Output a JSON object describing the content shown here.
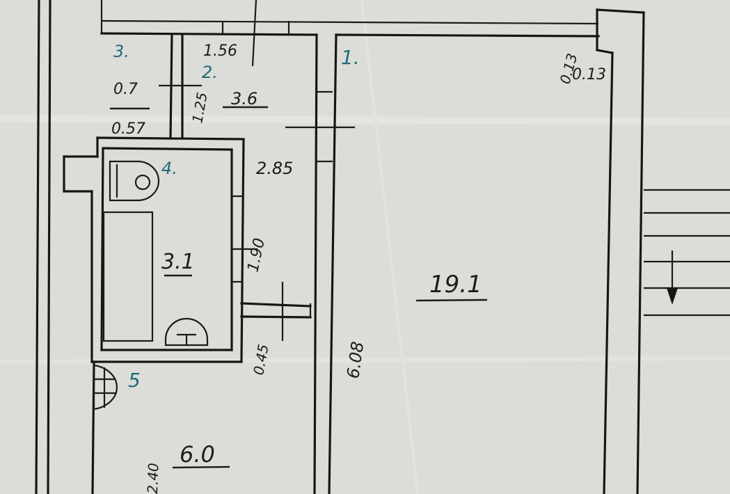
{
  "colors": {
    "paper": "#dcdcd8",
    "ink": "#161616",
    "room_number_ink": "#1f6b78"
  },
  "rooms": [
    {
      "number": "1.",
      "area": "19.1"
    },
    {
      "number": "2.",
      "area": "3.6"
    },
    {
      "number": "3.",
      "area": "0.7",
      "area_secondary": "0.57"
    },
    {
      "number": "4.",
      "area": "3.1"
    },
    {
      "number": "5",
      "area": "6.0"
    }
  ],
  "dimensions": [
    "1.56",
    "1.25",
    "2.85",
    "1.90",
    "0.45",
    "6.08",
    "0.13",
    "0.13",
    "2.40"
  ],
  "fixtures": [
    "toilet-icon",
    "bathtub-icon",
    "sink-icon",
    "stove-icon",
    "stairs-arrow-icon"
  ]
}
